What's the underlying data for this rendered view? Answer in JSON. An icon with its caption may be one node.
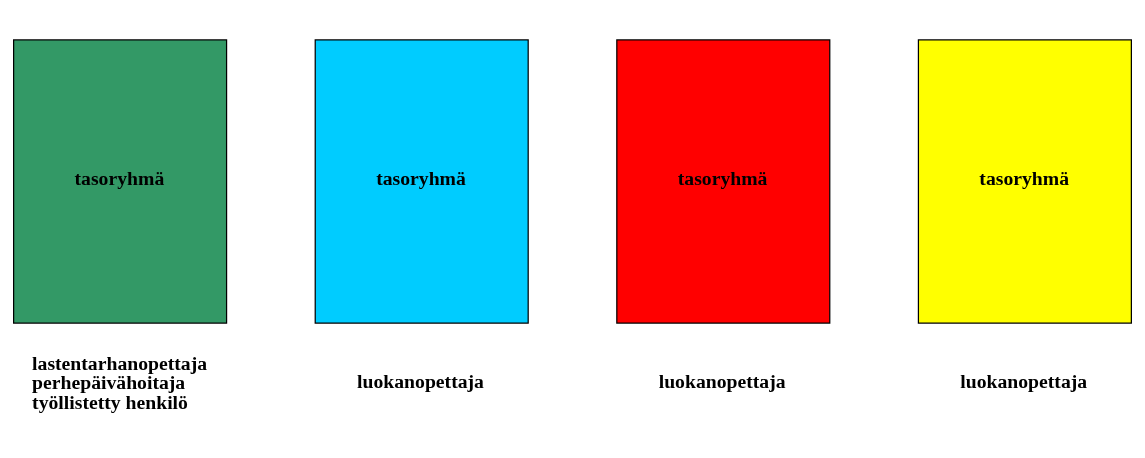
{
  "diagram": {
    "nodes": [
      {
        "text": [
          "tasoryhmä"
        ],
        "beside": [
          "lastentarhanopettaja",
          "perhepäivähoitaja",
          "työllistetty henkilö"
        ]
      },
      {
        "text": [
          "tasoryhmä"
        ],
        "beside": [
          "luokanopettaja"
        ]
      },
      {
        "text": [
          "tasoryhmä"
        ],
        "beside": [
          "luokanopettaja"
        ]
      },
      {
        "text": [
          "tasoryhmä"
        ],
        "beside": [
          "luokanopettaja"
        ]
      }
    ],
    "edges": []
  }
}
